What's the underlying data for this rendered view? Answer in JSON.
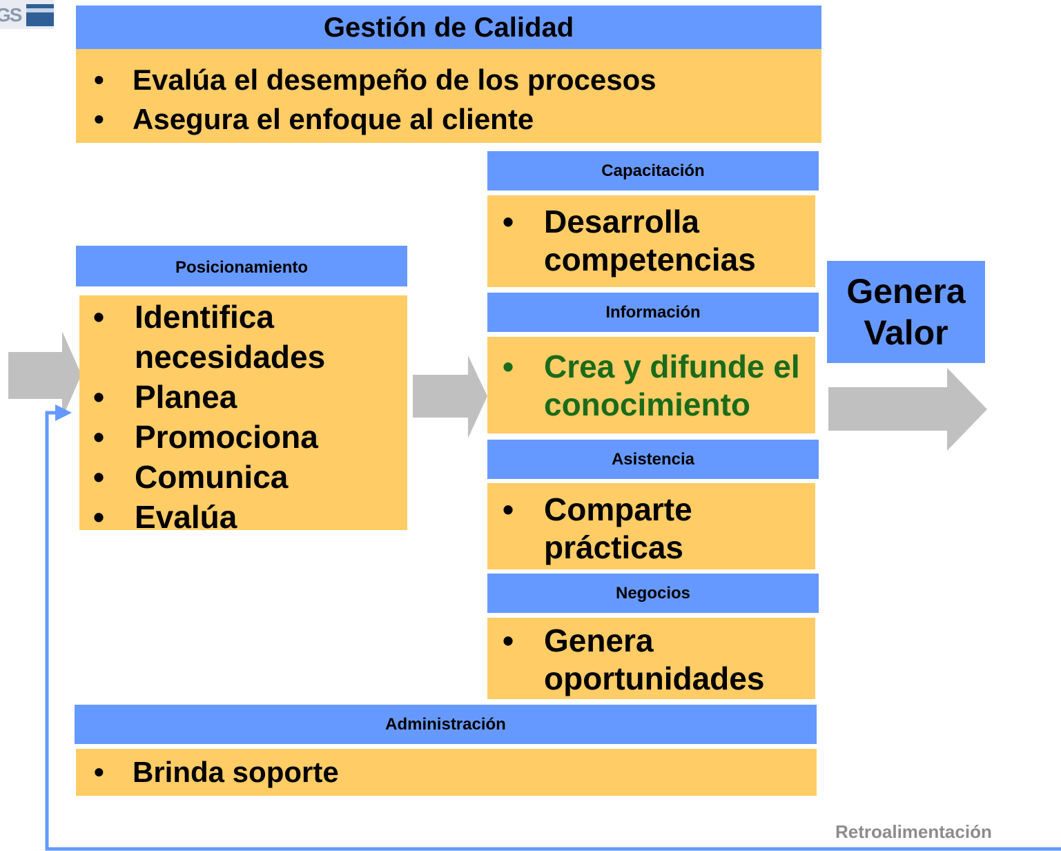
{
  "gestion": {
    "title": "Gestión de Calidad",
    "bullets": [
      "Evalúa el desempeño de los procesos",
      "Asegura el enfoque al cliente"
    ]
  },
  "posicionamiento": {
    "title": "Posicionamiento",
    "bullets": [
      "Identifica necesidades",
      "Planea",
      "Promociona",
      "Comunica",
      "Evalúa"
    ]
  },
  "capacitacion": {
    "title": "Capacitación",
    "bullets": [
      "Desarrolla competencias"
    ]
  },
  "informacion": {
    "title": "Información",
    "bullets": [
      "Crea y difunde el conocimiento"
    ]
  },
  "asistencia": {
    "title": "Asistencia",
    "bullets": [
      "Comparte prácticas"
    ]
  },
  "negocios": {
    "title": "Negocios",
    "bullets": [
      "Genera oportunidades"
    ]
  },
  "administracion": {
    "title": "Administración",
    "bullets": [
      "Brinda soporte"
    ]
  },
  "valor": {
    "text": "Genera\nValor"
  },
  "retroalimentacion": "Retroalimentación",
  "logo": {
    "text": "GS"
  },
  "colors": {
    "header_blue": "#6699ff",
    "body_orange": "#ffcc66",
    "arrow_gray": "#c0c0c0",
    "feedback_blue": "#6699ff",
    "highlight_green": "#1a6b1a",
    "retro_gray": "#8c8c8c"
  }
}
